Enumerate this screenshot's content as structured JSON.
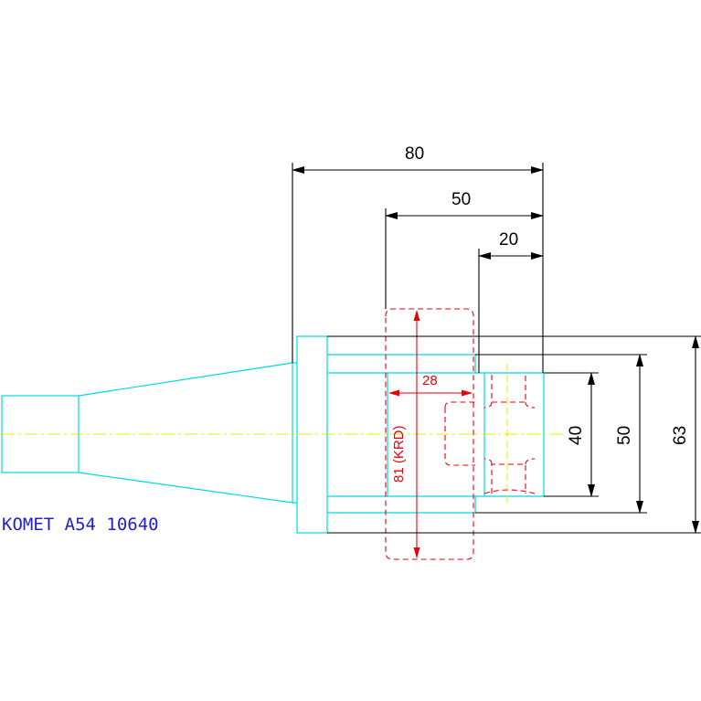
{
  "drawing": {
    "label": "KOMET A54 10640",
    "dimensions": {
      "width_80": "80",
      "width_50": "50",
      "width_20": "20",
      "height_40": "40",
      "height_50": "50",
      "height_63": "63",
      "red_28": "28",
      "red_krd": "81 (KRD)"
    },
    "colors": {
      "part_outline": "#00d8e8",
      "centerline": "#e8e800",
      "hidden_red": "#e8000b",
      "dimension": "#000000",
      "label": "#2020d0"
    }
  }
}
